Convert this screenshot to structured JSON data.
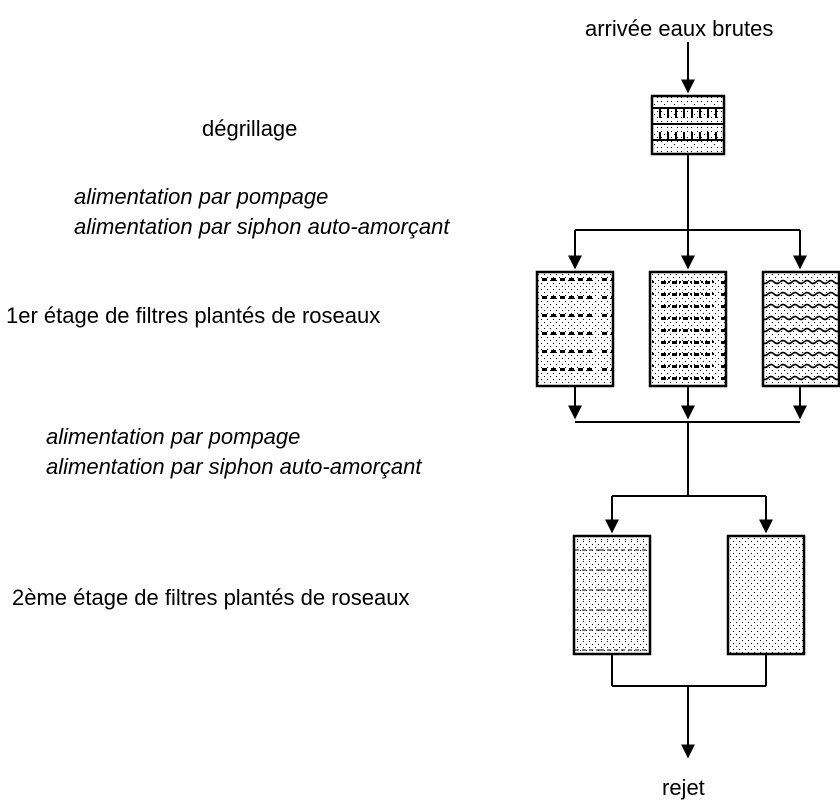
{
  "labels": {
    "inflow": "arrivée eaux brutes",
    "screening": "dégrillage",
    "feed_stage1_line1": "alimentation par pompage",
    "feed_stage1_line2": "alimentation par siphon auto-amorçant",
    "stage1": "1er étage de filtres plantés de roseaux",
    "feed_stage2_line1": "alimentation par pompage",
    "feed_stage2_line2": "alimentation par siphon auto-amorçant",
    "stage2": "2ème étage de filtres plantés de roseaux",
    "outflow": "rejet"
  },
  "stage1_filters": [
    {
      "pattern": "dashes"
    },
    {
      "pattern": "dense-dashes"
    },
    {
      "pattern": "dense-wavy"
    }
  ],
  "stage2_filters": [
    {
      "pattern": "dashes-light"
    },
    {
      "pattern": "dots"
    }
  ],
  "colors": {
    "line": "#000000",
    "stipple": "#000000",
    "background": "#ffffff"
  }
}
